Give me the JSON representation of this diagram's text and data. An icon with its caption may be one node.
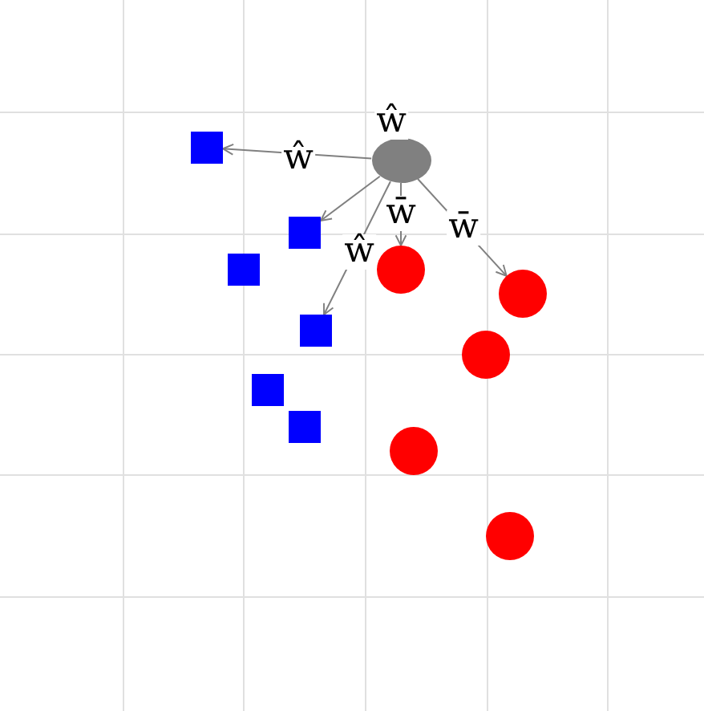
{
  "diagram": {
    "nodes": [
      {
        "text": [],
        "shape": "ellipse"
      },
      {
        "text": [],
        "shape": "box"
      },
      {
        "text": [],
        "shape": "box"
      },
      {
        "text": [],
        "shape": "box"
      },
      {
        "text": [],
        "shape": "box"
      },
      {
        "text": [],
        "shape": "box"
      },
      {
        "text": [],
        "shape": "box"
      },
      {
        "text": [],
        "shape": "circle"
      },
      {
        "text": [],
        "shape": "circle"
      },
      {
        "text": [],
        "shape": "circle"
      },
      {
        "text": [],
        "shape": "circle"
      },
      {
        "text": [],
        "shape": "circle"
      }
    ],
    "edges": [
      {
        "from": 0,
        "to": 1,
        "arrow": "to",
        "label": "ŵ"
      },
      {
        "from": 0,
        "to": 2,
        "arrow": "to",
        "label": "ŵ"
      },
      {
        "from": 0,
        "to": 4,
        "arrow": "to",
        "label": "ŵ"
      },
      {
        "from": 0,
        "to": 7,
        "arrow": "to",
        "label": "w̄"
      },
      {
        "from": 0,
        "to": 8,
        "arrow": "to",
        "label": "w̄"
      }
    ]
  }
}
